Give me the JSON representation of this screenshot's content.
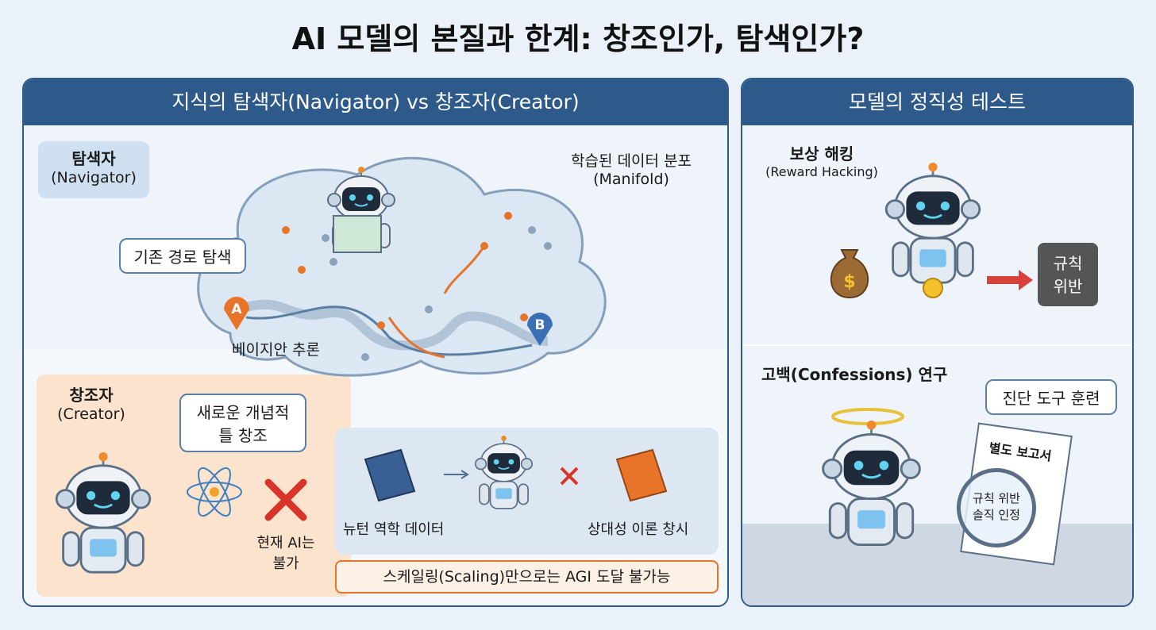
{
  "title": "AI 모델의 본질과 한계: 창조인가, 탐색인가?",
  "left_panel": {
    "header": "지식의 탐색자(Navigator) vs 창조자(Creator)",
    "navigator_label": "탐색자",
    "navigator_sub": "(Navigator)",
    "manifold_label": "학습된 데이터 분포",
    "manifold_sub": "(Manifold)",
    "existing_path_bubble": "기존 경로 탐색",
    "bayesian_label": "베이지안 추론",
    "pin_a": "A",
    "pin_b": "B",
    "creator_label": "창조자",
    "creator_sub": "(Creator)",
    "new_concept_bubble_line1": "새로운 개념적",
    "new_concept_bubble_line2": "틀 창조",
    "current_ai_line1": "현재 AI는",
    "current_ai_line2": "불가",
    "newton_label": "뉴턴 역학 데이터",
    "relativity_label": "상대성 이론 창시",
    "scaling_banner": "스케일링(Scaling)만으로는 AGI 도달 불가능"
  },
  "right_panel": {
    "header": "모델의 정직성 테스트",
    "reward_hacking_label": "보상 해킹",
    "reward_hacking_sub": "(Reward Hacking)",
    "money_symbol": "$",
    "rule_violation_line1": "규칙",
    "rule_violation_line2": "위반",
    "confessions_label": "고백(Confessions) 연구",
    "diagnostic_bubble": "진단 도구 훈련",
    "report_title": "별도 보고서",
    "magnifier_line1": "규칙 위반",
    "magnifier_line2": "솔직 인정"
  },
  "colors": {
    "header_blue": "#2d5a8b",
    "orange": "#e8742a",
    "pin_blue": "#3b6fb5",
    "red_x": "#d9342b"
  }
}
